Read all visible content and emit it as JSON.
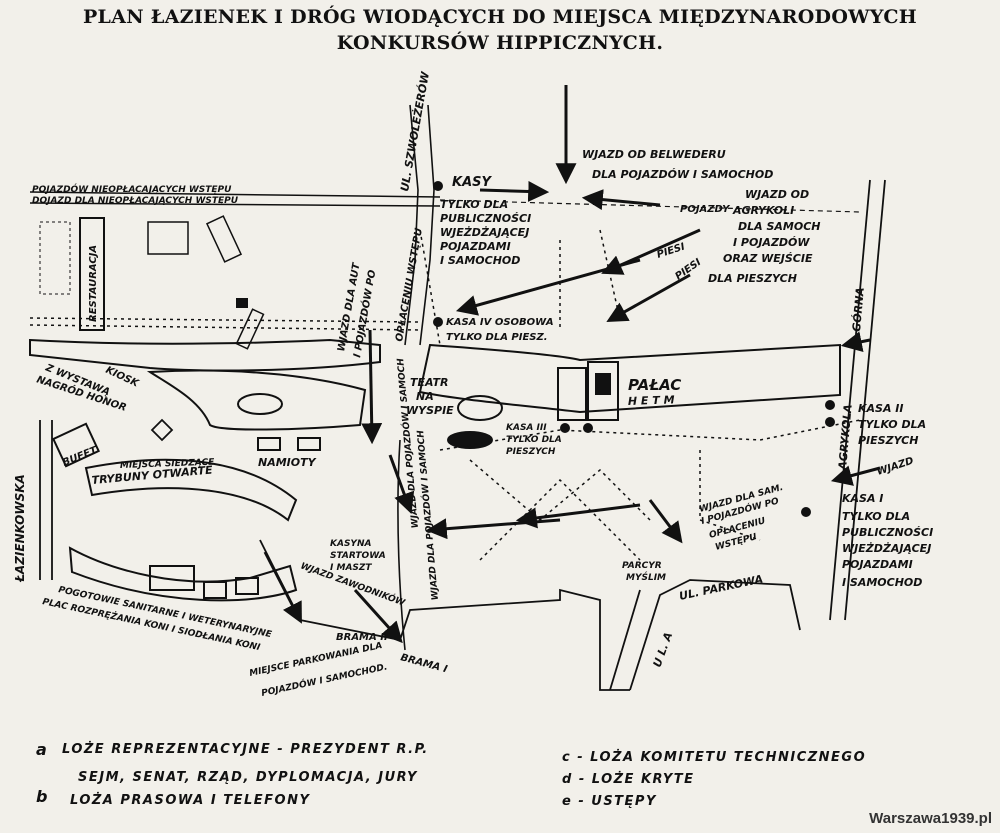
{
  "title_line1": "PLAN ŁAZIENEK I DRÓG WIODĄCYCH  DO MIEJSCA MIĘDZYNARODOWYCH",
  "title_line2": "KONKURSÓW HIPPICZNYCH.",
  "labels": {
    "parking_free": "POJAZDÓW NIEOPŁACAJĄCYCH WSTĘPU",
    "parking_free2": "DOJAZD DLA NIEOPŁACAJĄCYCH WSTĘPU",
    "restauracja": "RESTAURACJA",
    "kasy": "KASY",
    "tylko_line1": "TYLKO DLA",
    "tylko_line2": "PUBLICZNOŚCI",
    "tylko_line3": "WJEŻDŻAJĄCEJ",
    "tylko_line4": "POJAZDAMI",
    "tylko_line5": "I SAMOCHOD",
    "wjazd_bel_1": "WJAZD OD BELWEDERU",
    "wjazd_bel_2": "DLA POJAZDÓW I SAMOCHOD",
    "pojazdy": "POJAZDY",
    "wjazd_agr_1": "WJAZD OD",
    "wjazd_agr_2": "AGRYKOLI",
    "wjazd_agr_3": "DLA SAMOCH",
    "wjazd_agr_4": "I POJAZDÓW",
    "wjazd_agr_5": "ORAZ WEJŚCIE",
    "wjazd_agr_6": "DLA PIESZYCH",
    "piesi_1": "PIESI",
    "piesi_2": "PIESI",
    "wjazd_dla_aut": "WJAZD DLA AUT",
    "i_pojazdow": "I POJAZDÓW PO",
    "oplaceniu_wstepu": "OPŁACENIU WSTĘPU",
    "kasa4_1": "KASA IV OSOBOWA",
    "kasa4_2": "TYLKO DLA PIESZ.",
    "kiosk": "KIOSK",
    "z_wystawa": "Z WYSTAWĄ",
    "nagrod_honor": "NAGRÓD HONOR",
    "teatr_1": "TEATR",
    "teatr_2": "NA",
    "teatr_3": "WYSPIE",
    "palac": "PAŁAC",
    "kasa3_1": "KASA III",
    "kasa3_2": "TYLKO DLA",
    "kasa3_3": "PIESZYCH",
    "namioty": "NAMIOTY",
    "bufet": "BUFET",
    "miejsca_wys": "MIEJSCA SIEDZĄCE",
    "trybuny": "TRYBUNY OTWARTE",
    "kasa2_1": "KASA II",
    "kasa2_2": "TYLKO DLA",
    "kasa2_3": "PIESZYCH",
    "wjazd_r": "WJAZD",
    "kasa1_1": "KASA I",
    "kasa1_2": "TYLKO DLA",
    "kasa1_3": "PUBLICZNOŚCI",
    "kasa1_4": "WJEŻDŻAJĄCEJ",
    "kasa1_5": "POJAZDAMI",
    "kasa1_6": "I SAMOCHOD",
    "wjazd_dla_sam": "WJAZD DLA SAM.",
    "i_pojazdow_2": "I POJAZDÓW PO",
    "oplaceniu_2": "OPŁACENIU",
    "wstepu_2": "WSTĘPU",
    "parcyr": "PARCYR",
    "myslim": "MYŚLIM",
    "kasyna_1": "KASYNA",
    "kasyna_2": "STARTOWA",
    "kasyna_3": "I MASZT",
    "wjazd_zaw": "WJAZD ZAWODNIKÓW",
    "brama2": "BRAMA II",
    "brama1": "BRAMA I",
    "pogotowie": "POGOTOWIE SANITARNE I WETERYNARYJNE",
    "plac_rozp": "PLAC ROZPRĘŻANIA KONI I SIODŁANIA KONI",
    "miejsce_1": "MIEJSCE PARKOWANIA DLA",
    "miejsce_2": "POJAZDÓW I SAMOCHOD.",
    "wjazd_aut_v": "WJAZD DLA POJAZDÓW I SAMOCH",
    "wjazd_v2": "WJAZD DLA POJAZDÓW I SAMOCH",
    "ul_gorna": "GÓRNA",
    "ul_agr": "AGRYKOLA",
    "ul_parkowa": "UL. PARKOWA",
    "ul_myslw": "ŁAZIENKOWSKA",
    "ul_chodz": "UL. SZWOLEŻERÓW",
    "ul_hetm": "H E T M",
    "ul_v": "U L.  A"
  },
  "legend": {
    "a_line1": "LOŻE REPREZENTACYJNE - PREZYDENT R.P.",
    "a_line2": "SEJM, SENAT, RZĄD, DYPLOMACJA, JURY",
    "b_line": "LOŻA PRASOWA I TELEFONY",
    "c_line": "c - LOŻA KOMITETU TECHNICZNEGO",
    "d_line": "d - LOŻE KRYTE",
    "e_line": "e - USTĘPY"
  },
  "watermark": "Warszawa1939.pl"
}
